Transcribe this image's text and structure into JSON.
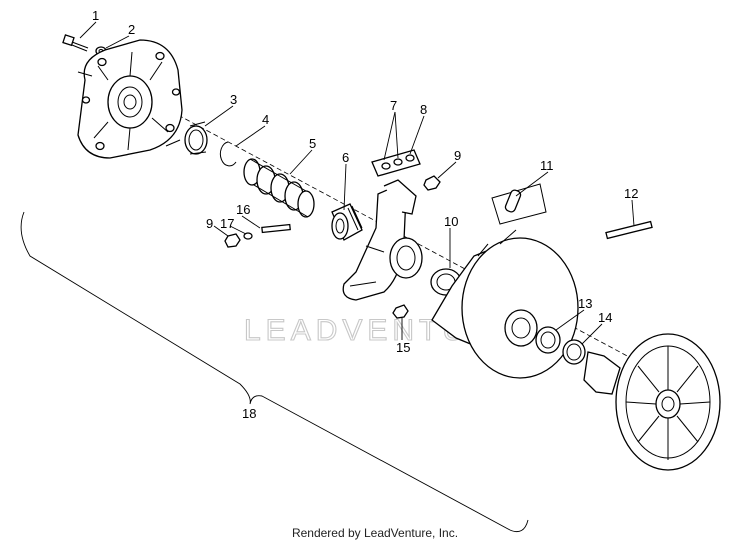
{
  "watermark": "LEADVENTURE",
  "footer": "Rendered by LeadVenture, Inc.",
  "callouts": [
    "1",
    "2",
    "3",
    "4",
    "5",
    "6",
    "7",
    "8",
    "9",
    "9",
    "10",
    "11",
    "12",
    "13",
    "14",
    "15",
    "16",
    "17",
    "18"
  ]
}
